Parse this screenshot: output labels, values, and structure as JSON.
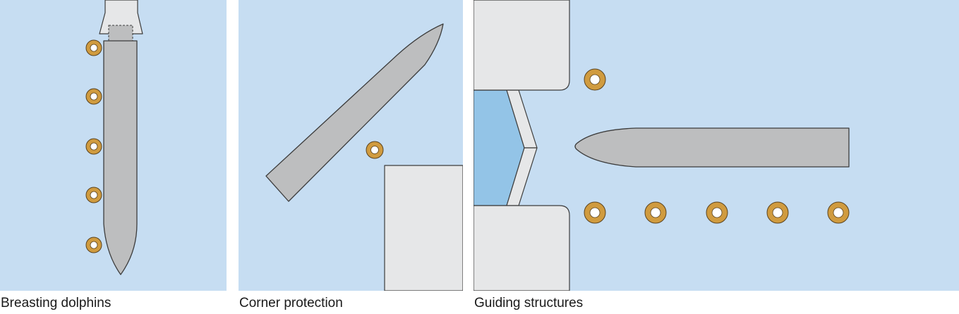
{
  "panels": [
    {
      "caption": "Breasting dolphins"
    },
    {
      "caption": "Corner protection"
    },
    {
      "caption": "Guiding structures"
    }
  ],
  "colors": {
    "water": "#c6ddf2",
    "lock_water": "#93c4e7",
    "vessel": "#bdbebf",
    "vessel_stroke": "#3c3c3c",
    "structure": "#e6e7e8",
    "structure_stroke": "#3c3c3c",
    "dolphin_ring": "#d09b3f",
    "dolphin_center": "#ffffff",
    "caption_text": "#1a1a1a"
  },
  "icons": {
    "dolphin": "dolphin-icon",
    "vessel": "vessel-icon"
  }
}
